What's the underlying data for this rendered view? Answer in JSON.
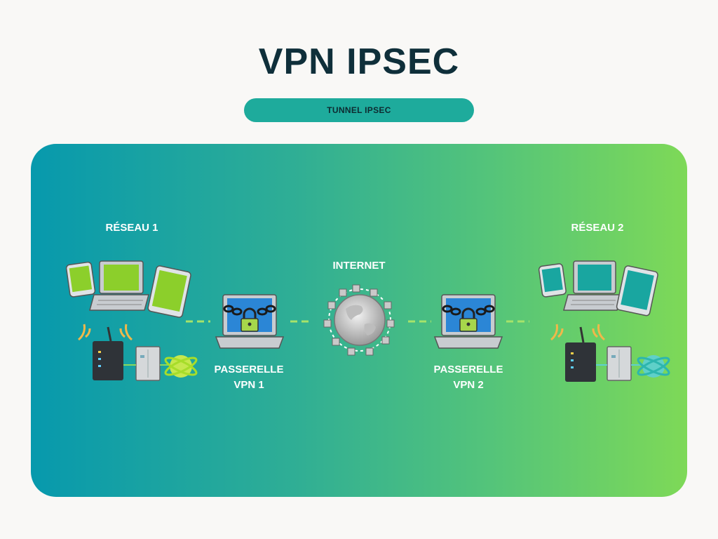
{
  "title": "VPN IPSEC",
  "tunnel_label": "TUNNEL IPSEC",
  "network1": {
    "label": "RÉSEAU 1"
  },
  "network2": {
    "label": "RÉSEAU 2"
  },
  "gateway1": {
    "line1": "PASSERELLE",
    "line2": "VPN 1"
  },
  "gateway2": {
    "line1": "PASSERELLE",
    "line2": "VPN 2"
  },
  "internet": {
    "label": "INTERNET"
  },
  "colors": {
    "title": "#0f2f3a",
    "pill": "#1eab9c",
    "panel_start": "#0799ad",
    "panel_end": "#7ed957",
    "link_line": "#a6e36a"
  },
  "icons": [
    "phone-icon",
    "laptop-icon",
    "tablet-icon",
    "wifi-router-icon",
    "modem-icon",
    "network-globe-icon",
    "padlock-icon",
    "chain-icon",
    "internet-globe-icon"
  ]
}
